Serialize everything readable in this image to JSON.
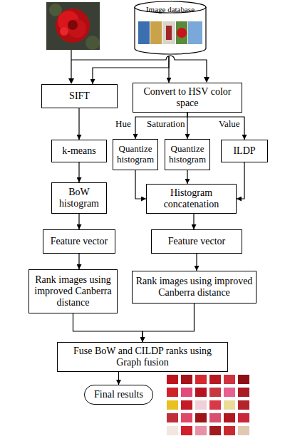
{
  "diagram": {
    "nodes": [
      {
        "text": [
          "Image database"
        ]
      },
      {
        "text": [
          "SIFT"
        ]
      },
      {
        "text": [
          "Convert to HSV color space"
        ]
      },
      {
        "text": [
          "k-means"
        ]
      },
      {
        "text": [
          "Quantize histogram"
        ]
      },
      {
        "text": [
          "Quantize histogram"
        ]
      },
      {
        "text": [
          "ILDP"
        ]
      },
      {
        "text": [
          "BoW histogram"
        ]
      },
      {
        "text": [
          "Histogram concatenation"
        ]
      },
      {
        "text": [
          "Feature vector"
        ]
      },
      {
        "text": [
          "Feature vector"
        ]
      },
      {
        "text": [
          "Rank images using improved Canberra distance"
        ]
      },
      {
        "text": [
          "Rank images using improved Canberra distance"
        ]
      },
      {
        "text": [
          "Fuse BoW and CILDP ranks using Graph fusion"
        ]
      },
      {
        "text": [
          "Final results"
        ]
      }
    ],
    "edges": [
      {
        "from": 0,
        "to": 1,
        "arrow": "to"
      },
      {
        "from": 0,
        "to": 2,
        "arrow": "to"
      },
      {
        "from": 1,
        "to": 3,
        "arrow": "to"
      },
      {
        "from": 3,
        "to": 7,
        "arrow": "to"
      },
      {
        "from": 7,
        "to": 9,
        "arrow": "to"
      },
      {
        "from": 9,
        "to": 11,
        "arrow": "to"
      },
      {
        "from": 11,
        "to": 13,
        "arrow": "to"
      },
      {
        "from": 2,
        "to": 4,
        "label": "Hue",
        "arrow": "to"
      },
      {
        "from": 2,
        "to": 5,
        "label": "Saturation",
        "arrow": "to"
      },
      {
        "from": 2,
        "to": 6,
        "label": "Value",
        "arrow": "to"
      },
      {
        "from": 4,
        "to": 8,
        "arrow": "to"
      },
      {
        "from": 5,
        "to": 8,
        "arrow": "to"
      },
      {
        "from": 6,
        "to": 8,
        "arrow": "to"
      },
      {
        "from": 8,
        "to": 10,
        "arrow": "to"
      },
      {
        "from": 10,
        "to": 12,
        "arrow": "to"
      },
      {
        "from": 12,
        "to": 13,
        "arrow": "to"
      },
      {
        "from": 13,
        "to": 14,
        "arrow": "to"
      }
    ]
  }
}
